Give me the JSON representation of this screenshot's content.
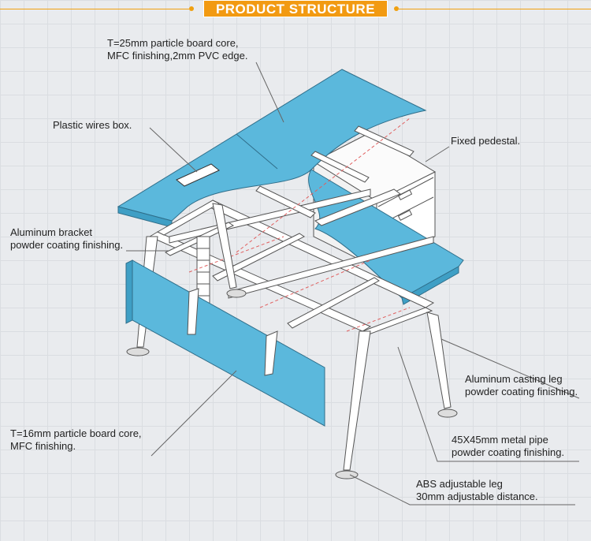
{
  "header": {
    "title": "PRODUCT STRUCTURE"
  },
  "colors": {
    "accent": "#f29a12",
    "panel": "#5bb8dc",
    "metal": "#ffffff",
    "line": "#555555"
  },
  "callouts": {
    "desktop": {
      "line1": "T=25mm particle board core,",
      "line2": "MFC finishing,2mm PVC edge."
    },
    "wires_box": {
      "line1": "Plastic wires box."
    },
    "pedestal": {
      "line1": "Fixed pedestal."
    },
    "bracket": {
      "line1": "Aluminum bracket",
      "line2": "powder coating finishing."
    },
    "casting_leg": {
      "line1": "Aluminum casting leg",
      "line2": "powder coating finishing."
    },
    "screen": {
      "line1": "T=16mm particle board core,",
      "line2": "MFC finishing."
    },
    "metal_pipe": {
      "line1": "45X45mm metal pipe",
      "line2": "powder coating finishing."
    },
    "abs_leg": {
      "line1": "ABS adjustable leg",
      "line2": "30mm adjustable distance."
    }
  }
}
